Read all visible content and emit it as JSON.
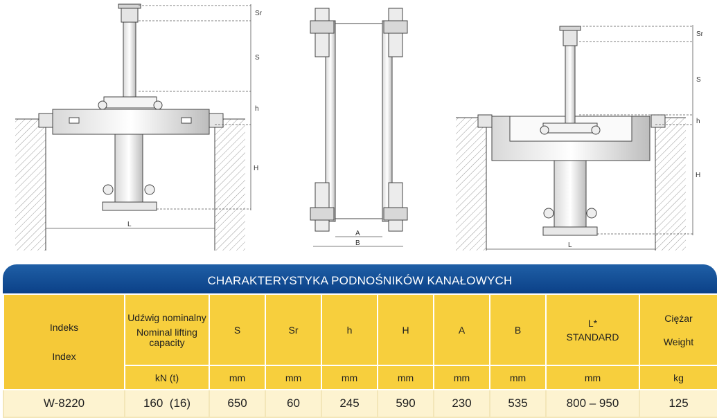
{
  "diagram": {
    "labels": {
      "sr": "Sr",
      "s": "S",
      "h": "h",
      "H": "H",
      "L": "L",
      "A": "A",
      "B": "B"
    }
  },
  "table": {
    "title": "CHARAKTERYSTYKA PODNOŚNIKÓW KANAŁOWYCH",
    "headers": {
      "index_pl": "Indeks",
      "index_en": "Index",
      "capacity_pl": "Udźwig nominalny",
      "capacity_en": "Nominal lifting capacity",
      "s": "S",
      "sr": "Sr",
      "h_small": "h",
      "h_big": "H",
      "a": "A",
      "b": "B",
      "l": "L*",
      "l_standard": "STANDARD",
      "weight_pl": "Ciężar",
      "weight_en": "Weight"
    },
    "units": {
      "capacity": "kN (t)",
      "s": "mm",
      "sr": "mm",
      "h_small": "mm",
      "h_big": "mm",
      "a": "mm",
      "b": "mm",
      "l": "mm",
      "weight": "kg"
    },
    "rows": [
      {
        "index": "W-8220",
        "capacity": "160  (16)",
        "s": "650",
        "sr": "60",
        "h_small": "245",
        "h_big": "590",
        "a": "230",
        "b": "535",
        "l": "800 – 950",
        "weight": "125"
      }
    ]
  }
}
